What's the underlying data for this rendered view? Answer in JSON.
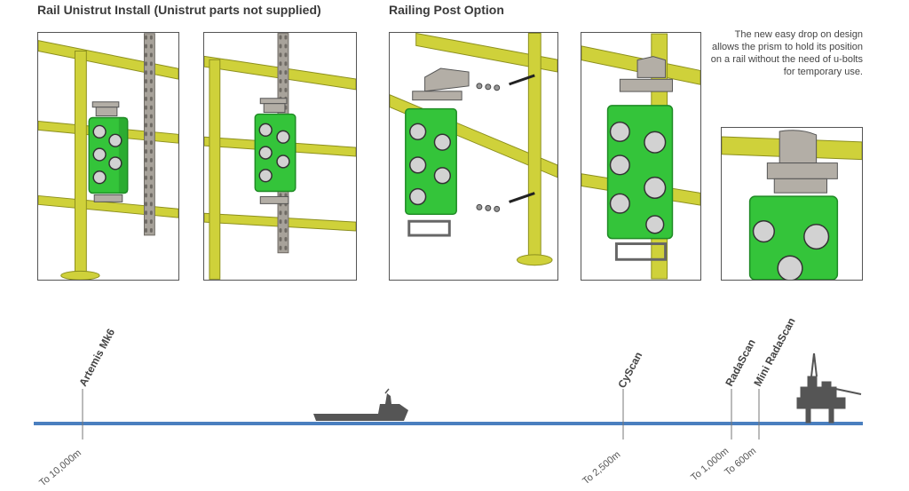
{
  "headings": {
    "rail_unistrut": "Rail Unistrut Install (Unistrut parts not supplied)",
    "railing_post": "Railing Post Option"
  },
  "description": "The new easy drop on design allows the prism to hold its position on a rail without the need of u-bolts for temporary use.",
  "range_scale": {
    "items": [
      {
        "product": "Artemis Mk6",
        "distance": "To 10,000m"
      },
      {
        "product": "CyScan",
        "distance": "To 2,500m"
      },
      {
        "product": "RadaScan",
        "distance": "To 1,000m"
      },
      {
        "product": "Mini RadaScan",
        "distance": "To 600m"
      }
    ]
  },
  "colors": {
    "rail": "#cfd13a",
    "rail_dark": "#8c8f1e",
    "prism": "#34c43a",
    "prism_dark": "#1f8a25",
    "lens": "#d2d2d2",
    "metal": "#b3aea6",
    "sea_line": "#4a7fbf",
    "ship": "#555555"
  }
}
